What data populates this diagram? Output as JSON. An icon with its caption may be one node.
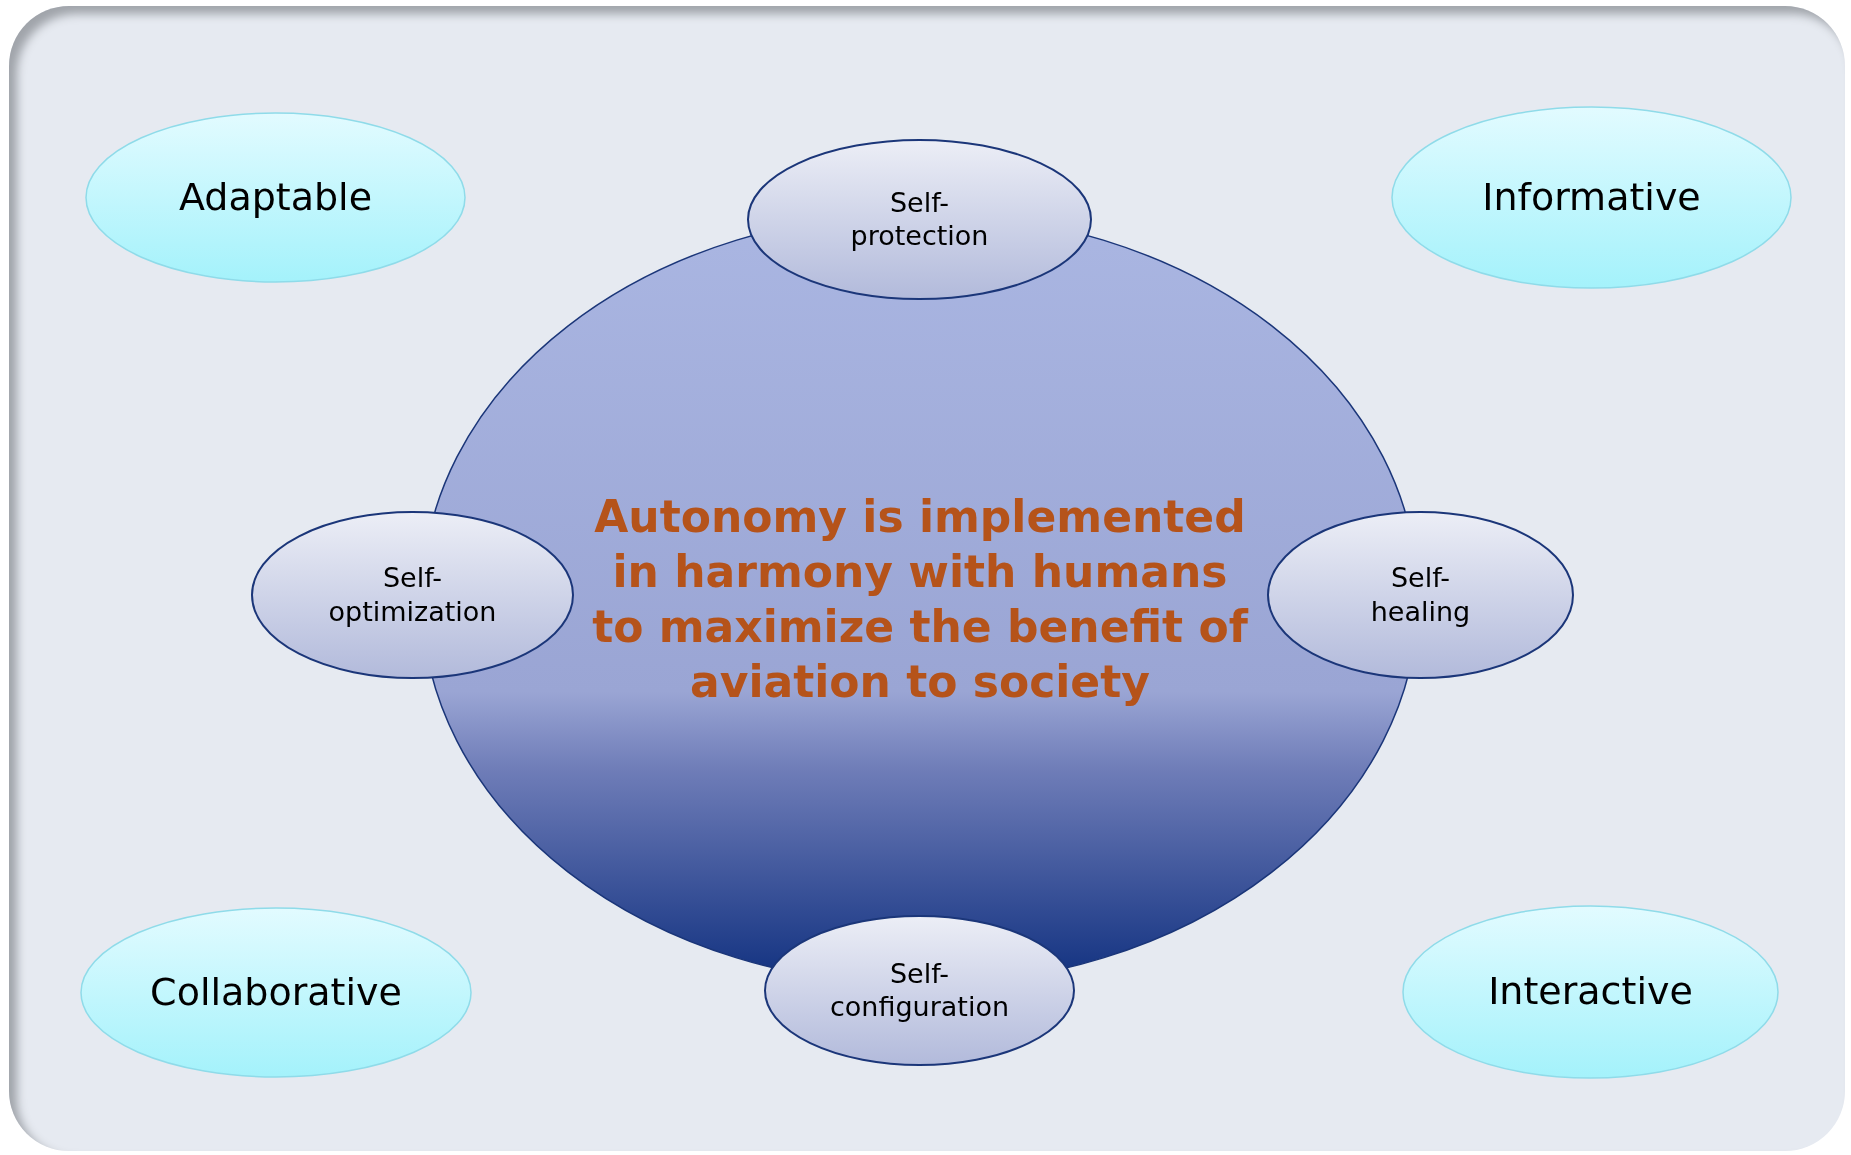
{
  "diagram": {
    "nodes": [
      {
        "text": [
          "Adaptable"
        ]
      },
      {
        "text": [
          "Self-protection"
        ]
      },
      {
        "text": [
          "Informative"
        ]
      },
      {
        "text": [
          "Autonomy is implemented in harmony with humans to maximize the benefit of aviation to society"
        ]
      },
      {
        "text": [
          "Self-optimization"
        ]
      },
      {
        "text": [
          "Self-healing"
        ]
      },
      {
        "text": [
          "Collaborative"
        ]
      },
      {
        "text": [
          "Self-configuration"
        ]
      },
      {
        "text": [
          "Interactive"
        ]
      }
    ]
  }
}
